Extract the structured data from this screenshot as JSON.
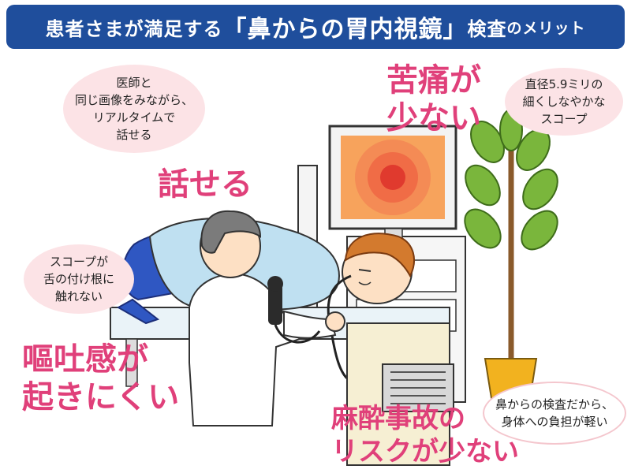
{
  "header": {
    "prefix": "患者さまが満足する",
    "open_bracket": "「",
    "main": "鼻からの胃内視鏡",
    "close_bracket": "」",
    "kensa": "検査",
    "suffix": "のメリット"
  },
  "bubbles": {
    "talk": [
      "医師と",
      "同じ画像をみながら、",
      "リアルタイムで",
      "話せる"
    ],
    "scope": [
      "直径5.9ミリの",
      "細くしなやかな",
      "スコープ"
    ],
    "gag": [
      "スコープが",
      "舌の付け根に",
      "触れない"
    ],
    "anesthesia": [
      "鼻からの検査だから、",
      "身体への負担が軽い"
    ]
  },
  "headlines": {
    "talk": "話せる",
    "pain": [
      "苦痛が",
      "少ない"
    ],
    "gag": [
      "嘔吐感が",
      "起きにくい"
    ],
    "anesthesia": [
      "麻酔事故の",
      "リスクが少ない"
    ]
  },
  "colors": {
    "header_bg": "#1f4e9c",
    "accent_pink": "#e0407a",
    "bubble_pink": "#fce3e6"
  }
}
